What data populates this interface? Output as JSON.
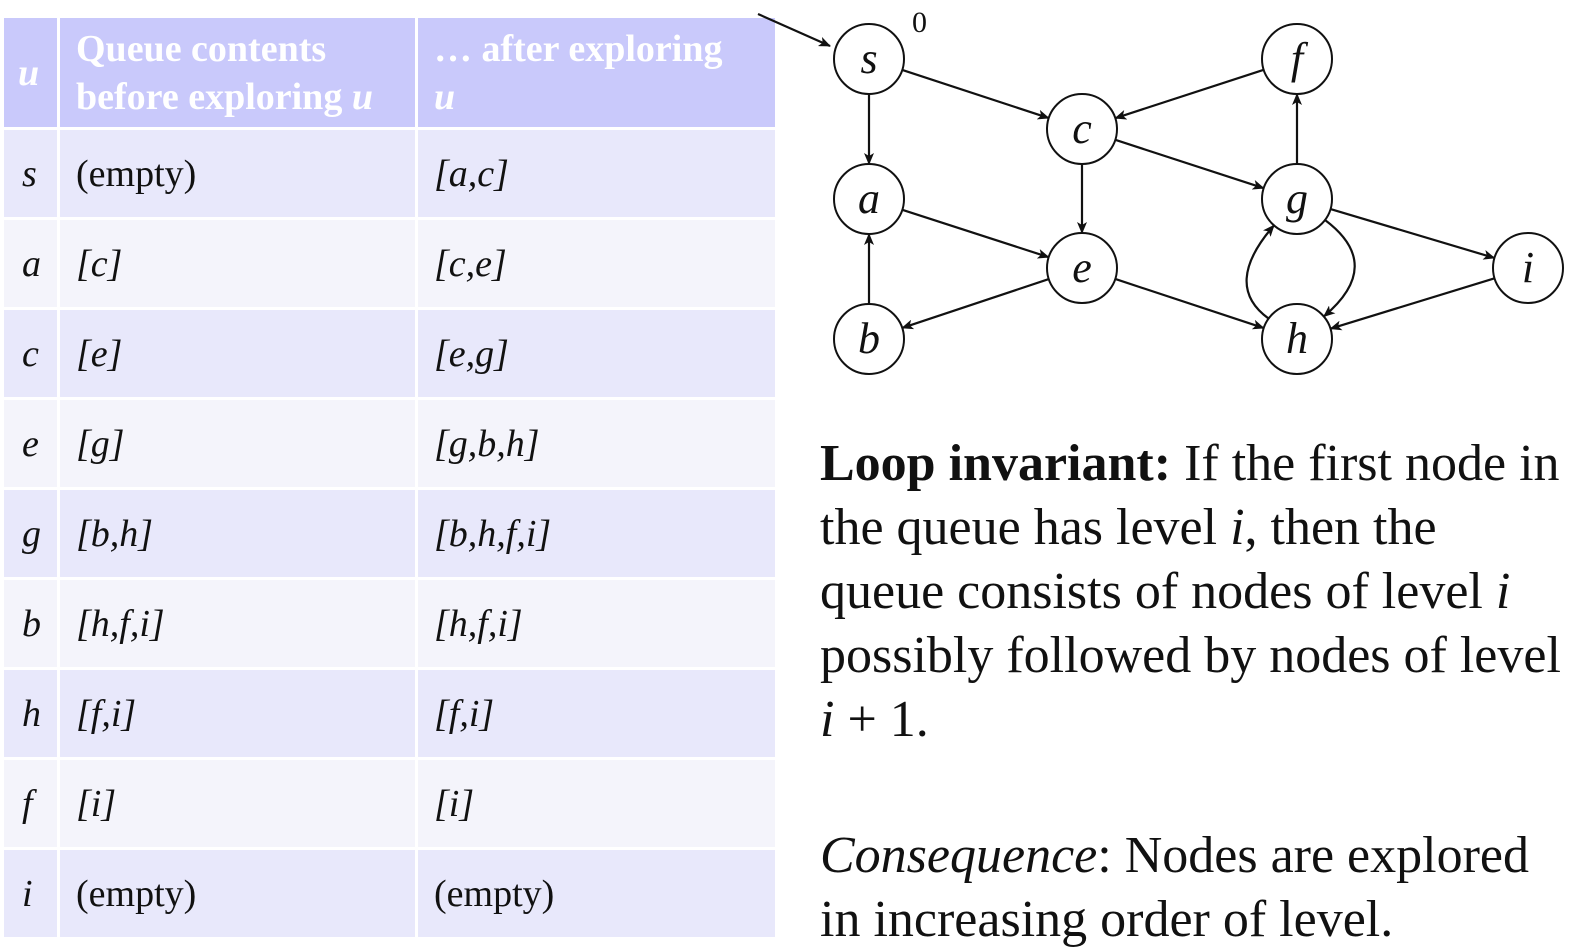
{
  "table": {
    "headers": {
      "u": "u",
      "before_line1": "Queue contents",
      "before_line2": "before exploring ",
      "before_var": "u",
      "after_line1": "… after exploring",
      "after_var": "u"
    },
    "rows": [
      {
        "u": "s",
        "before": "(empty)",
        "after": "[a,c]"
      },
      {
        "u": "a",
        "before": "[c]",
        "after": "[c,e]"
      },
      {
        "u": "c",
        "before": "[e]",
        "after": "[e,g]"
      },
      {
        "u": "e",
        "before": "[g]",
        "after": "[g,b,h]"
      },
      {
        "u": "g",
        "before": "[b,h]",
        "after": "[b,h,f,i]"
      },
      {
        "u": "b",
        "before": "[h,f,i]",
        "after": "[h,f,i]"
      },
      {
        "u": "h",
        "before": "[f,i]",
        "after": "[f,i]"
      },
      {
        "u": "f",
        "before": "[i]",
        "after": "[i]"
      },
      {
        "u": "i",
        "before": "(empty)",
        "after": "(empty)"
      }
    ]
  },
  "graph": {
    "start_level": "0",
    "nodes": [
      "s",
      "a",
      "b",
      "c",
      "e",
      "f",
      "g",
      "h",
      "i"
    ],
    "edges": [
      [
        "s",
        "c"
      ],
      [
        "s",
        "a"
      ],
      [
        "b",
        "a"
      ],
      [
        "a",
        "e"
      ],
      [
        "c",
        "e"
      ],
      [
        "e",
        "b"
      ],
      [
        "e",
        "h"
      ],
      [
        "c",
        "g"
      ],
      [
        "f",
        "c"
      ],
      [
        "g",
        "f"
      ],
      [
        "g",
        "i"
      ],
      [
        "g",
        "h"
      ],
      [
        "h",
        "g"
      ],
      [
        "i",
        "h"
      ]
    ]
  },
  "invariant": {
    "lead": "Loop invariant:",
    "t1": " If the first node in the queue has level ",
    "m1": "i",
    "t2": ", then the queue consists of nodes of level ",
    "m2": "i",
    "t3": " possibly followed by nodes of level ",
    "m3": "i",
    "t4": " + 1."
  },
  "consequence": {
    "lead": "Consequence",
    "text": ": Nodes are explored in increasing order of level."
  }
}
